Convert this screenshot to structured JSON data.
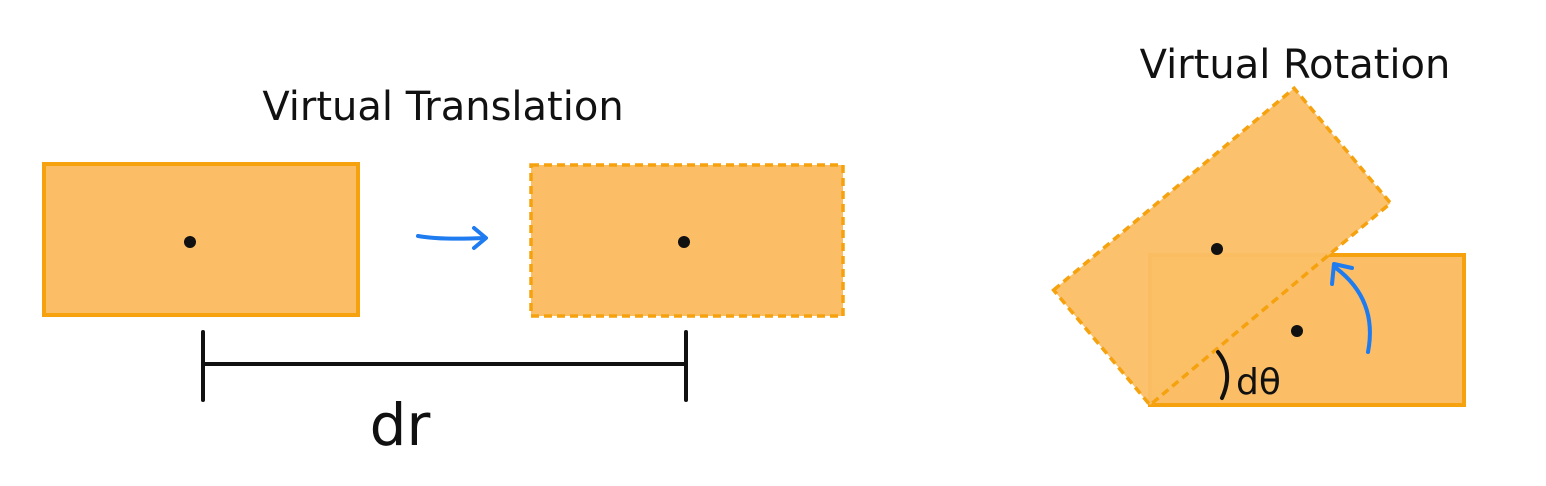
{
  "translation": {
    "title": "Virtual Translation",
    "distance_label": "dr"
  },
  "rotation": {
    "title": "Virtual Rotation",
    "angle_label": "dθ",
    "angle_degrees": 40
  },
  "colors": {
    "box_fill": "#FBBE66",
    "box_stroke": "#F5A20E",
    "arrow": "#1E7BF0",
    "ink": "#111111"
  }
}
